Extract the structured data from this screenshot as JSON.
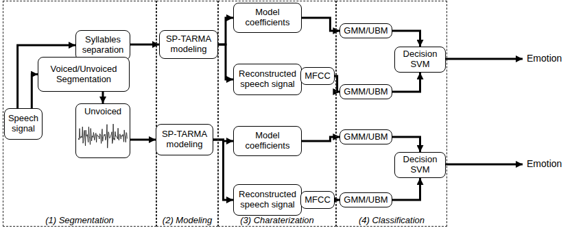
{
  "diagram": {
    "nodes": [
      {
        "text": [
          "(1) Segmentation"
        ]
      },
      {
        "text": [
          "(2) Modeling"
        ]
      },
      {
        "text": [
          "(3) Charaterization"
        ]
      },
      {
        "text": [
          "(4) Classification"
        ]
      },
      {
        "text": [
          "Speech signal"
        ],
        "in": 0
      },
      {
        "text": [
          "Syllables separation"
        ],
        "in": 0
      },
      {
        "text": [
          "Voiced/Unvoiced Segmentation"
        ],
        "in": 0
      },
      {
        "text": [
          "Unvoiced"
        ],
        "in": 0
      },
      {
        "text": [
          "SP-TARMA modeling"
        ],
        "in": 1
      },
      {
        "text": [
          "SP-TARMA modeling"
        ],
        "in": 1
      },
      {
        "text": [
          "Model coefficients"
        ],
        "in": 2
      },
      {
        "text": [
          "Reconstructed speech signal"
        ],
        "in": 2
      },
      {
        "text": [
          "MFCC"
        ],
        "in": 2
      },
      {
        "text": [
          "Model coefficients"
        ],
        "in": 2
      },
      {
        "text": [
          "Reconstructed speech signal"
        ],
        "in": 2
      },
      {
        "text": [
          "MFCC"
        ],
        "in": 2
      },
      {
        "text": [
          "GMM/UBM"
        ],
        "in": 3
      },
      {
        "text": [
          "GMM/UBM"
        ],
        "in": 3
      },
      {
        "text": [
          "Decision SVM"
        ],
        "in": 3
      },
      {
        "text": [
          "GMM/UBM"
        ],
        "in": 3
      },
      {
        "text": [
          "GMM/UBM"
        ],
        "in": 3
      },
      {
        "text": [
          "Decision SVM"
        ],
        "in": 3
      }
    ],
    "edges": [
      {
        "from": 4,
        "to": 5,
        "arrow": "to"
      },
      {
        "from": 4,
        "to": 6,
        "arrow": "to"
      },
      {
        "from": 6,
        "to": 7,
        "arrow": "to"
      },
      {
        "from": 5,
        "to": 8,
        "arrow": "to"
      },
      {
        "from": 7,
        "to": 9,
        "arrow": "to"
      },
      {
        "from": 8,
        "to": 10,
        "arrow": "to"
      },
      {
        "from": 8,
        "to": 11,
        "arrow": "to"
      },
      {
        "from": 11,
        "to": 12,
        "arrow": "to"
      },
      {
        "from": 10,
        "to": 16,
        "arrow": "to"
      },
      {
        "from": 12,
        "to": 17,
        "arrow": "to"
      },
      {
        "from": 16,
        "to": 18,
        "arrow": "to"
      },
      {
        "from": 17,
        "to": 18,
        "arrow": "to"
      },
      {
        "from": 9,
        "to": 13,
        "arrow": "to"
      },
      {
        "from": 9,
        "to": 14,
        "arrow": "to"
      },
      {
        "from": 14,
        "to": 15,
        "arrow": "to"
      },
      {
        "from": 13,
        "to": 19,
        "arrow": "to"
      },
      {
        "from": 15,
        "to": 20,
        "arrow": "to"
      },
      {
        "from": 19,
        "to": 21,
        "arrow": "to"
      },
      {
        "from": 20,
        "to": 21,
        "arrow": "to"
      }
    ],
    "labels": [
      "Emotion",
      "Emotion"
    ]
  }
}
